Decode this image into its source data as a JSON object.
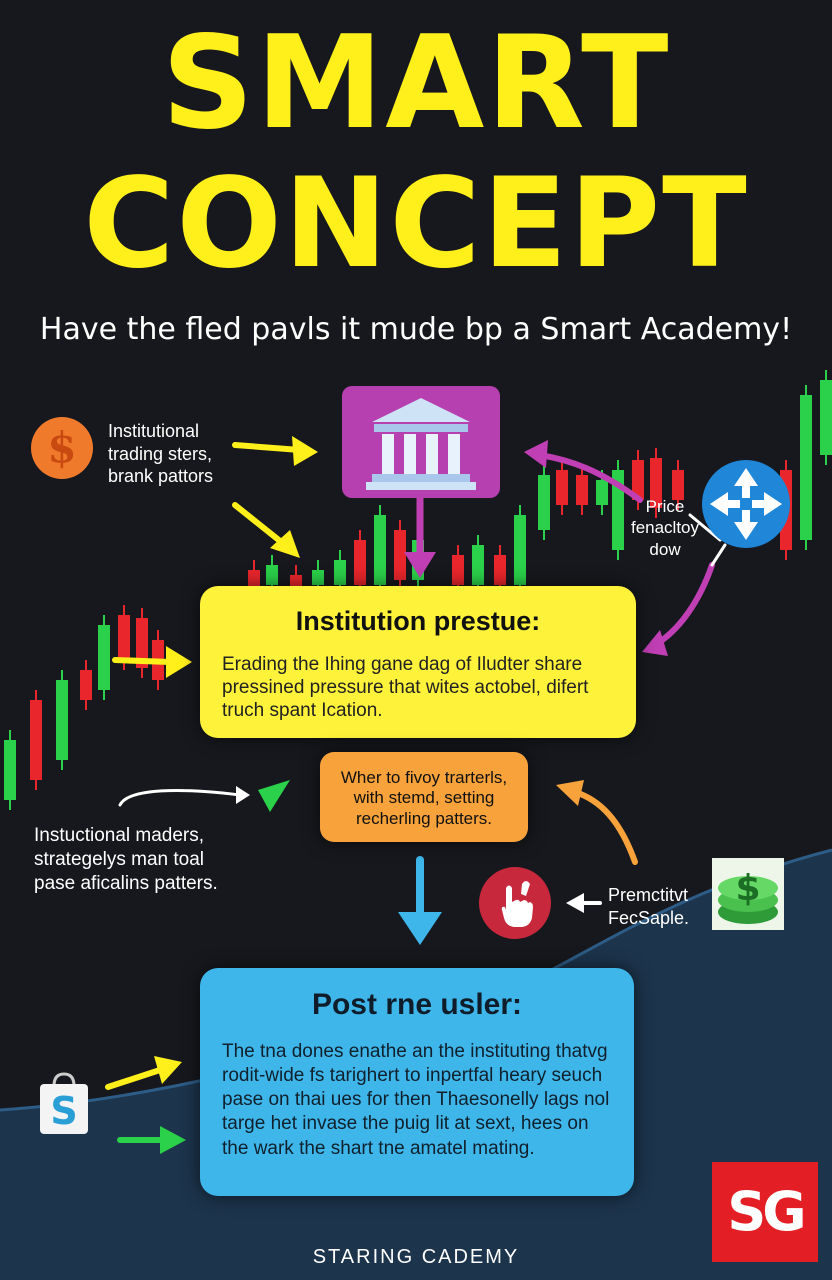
{
  "header": {
    "title_line1": "SMART",
    "title_line2": "CONCEPT",
    "subtitle": "Have the fled pavls it mude bp a Smart Academy!"
  },
  "labels": {
    "institutional_trading": [
      "Institutional",
      "trading sters,",
      "brank pattors"
    ],
    "price_flow": [
      "Price",
      "fenacltoy",
      "dow"
    ],
    "institutional_makers": [
      "Instuctional maders,",
      "strategelys man toal",
      "pase aficalins patters."
    ],
    "premium_sample": [
      "Premctitvt",
      "FecSaple."
    ]
  },
  "pressure_box": {
    "heading": "Institution prestue:",
    "body": "Erading the Ihing gane dag of Iludter share pressined pressure that wites actobel, difert truch spant Ication."
  },
  "orange_box": {
    "body": "Wher to fivoy trarterls, with stemd, setting recherling patters."
  },
  "post_box": {
    "heading": "Post rne usler:",
    "body": "The tna dones enathe an the instituting thatvg rodit-wide fs tarighert to inpertfal heary seuch pase on thai ues for then Thaesonelly lags nol targe het invase the puig lit at sext, hees on the wark the shart tne amatel mating."
  },
  "footer": "STARING CADEMY",
  "logo_text": "SG",
  "colors": {
    "background": "#16181d",
    "title_yellow": "#ffef1a",
    "candle_green": "#2bd14a",
    "candle_red": "#e8262c",
    "magenta": "#c03fb4",
    "box_yellow": "#fff23a",
    "box_blue": "#3fb6ea",
    "box_orange": "#f7a23b",
    "brand_red": "#e31e24"
  },
  "icons": [
    "dollar-coin-icon",
    "bank-building-icon",
    "globe-arrows-icon",
    "hand-gesture-icon",
    "money-stack-icon",
    "shopping-bag-icon"
  ]
}
